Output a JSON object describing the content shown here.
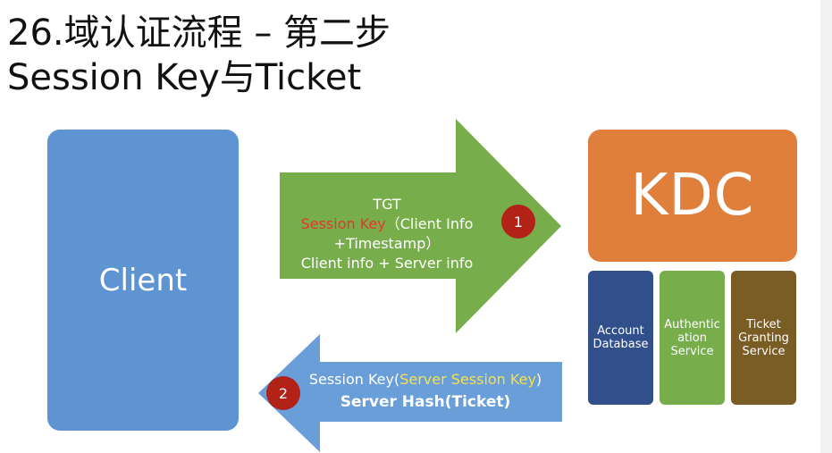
{
  "title": {
    "line1": "26.域认证流程 – 第二步",
    "line2": "Session Key与Ticket"
  },
  "client": {
    "label": "Client"
  },
  "kdc": {
    "label": "KDC",
    "services": {
      "account_database": "Account Database",
      "authentication_service": "Authentic ation Service",
      "ticket_granting_service": "Ticket Granting Service"
    }
  },
  "arrow_1": {
    "line1": "TGT",
    "session_key": "Session Key",
    "line2_rest": "（Client Info",
    "line3": "+Timestamp）",
    "line4": "Client info + Server info",
    "step": "1"
  },
  "arrow_2": {
    "prefix": "Session Key(",
    "server_session_key": "Server Session Key",
    "suffix": ")",
    "line2": "Server Hash(Ticket)",
    "step": "2"
  },
  "colors": {
    "client": "#5e94d2",
    "kdc": "#e07e3c",
    "account_database": "#314f8a",
    "authentication_service": "#78ad4c",
    "ticket_granting_service": "#7a5c25",
    "arrow_1": "#78ad4c",
    "arrow_2": "#6a9ed8",
    "badge": "#b32217",
    "highlight_red": "#e2382b",
    "highlight_yellow": "#f7e14a"
  }
}
